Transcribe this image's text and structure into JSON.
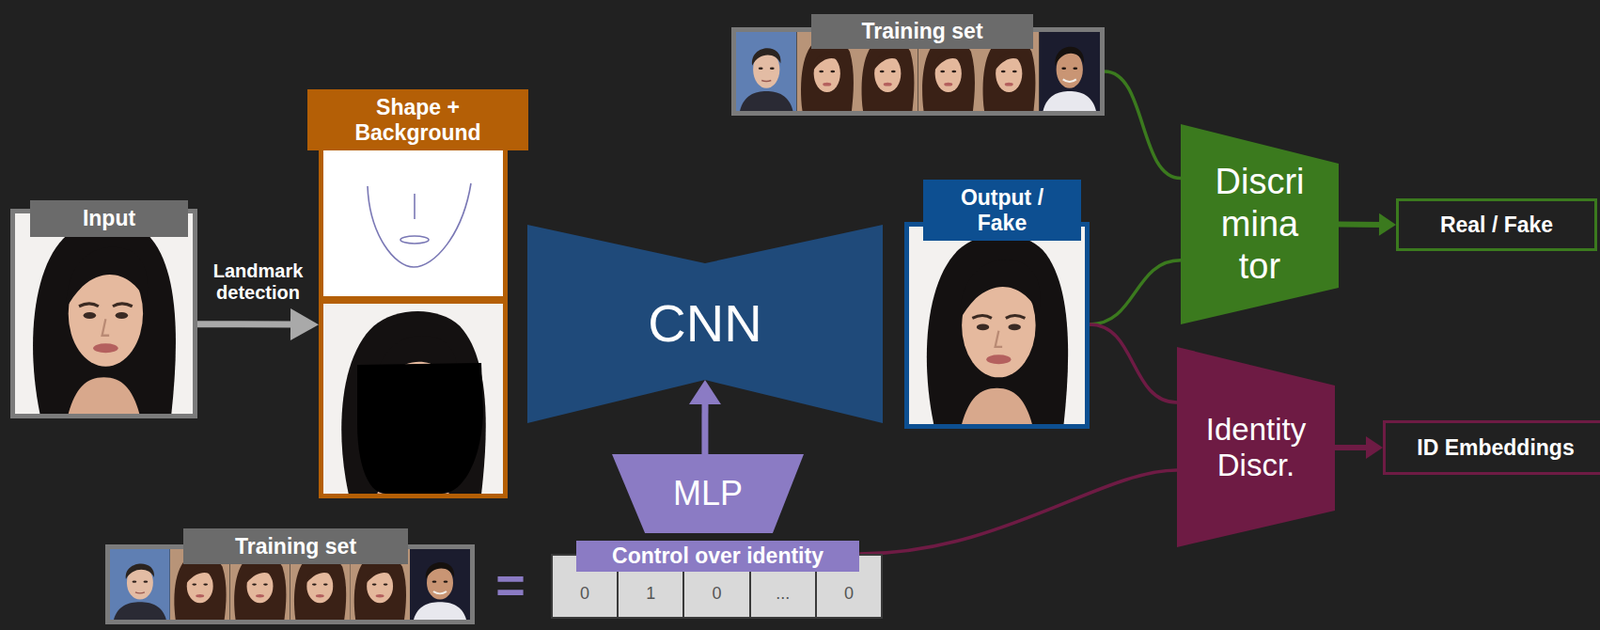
{
  "diagram": {
    "nodes": [
      {
        "text": [
          "Input"
        ]
      },
      {
        "text": [
          "Shape + Background"
        ]
      },
      {
        "text": [
          "CNN"
        ]
      },
      {
        "text": [
          "MLP"
        ]
      },
      {
        "text": [
          "Control over identity"
        ]
      },
      {
        "text": [
          "Training set"
        ]
      },
      {
        "text": [
          "Output / Fake"
        ]
      },
      {
        "text": [
          "Training set"
        ]
      },
      {
        "text": [
          "Discri mina tor"
        ]
      },
      {
        "text": [
          "Real / Fake"
        ]
      },
      {
        "text": [
          "Identity Discr."
        ]
      },
      {
        "text": [
          "ID Embeddings"
        ]
      }
    ],
    "edges": [
      {
        "from": 0,
        "to": 1,
        "arrow": "to",
        "label": "Landmark detection"
      },
      {
        "from": 3,
        "to": 2,
        "arrow": "to"
      },
      {
        "from": 7,
        "to": 8,
        "arrow": "none"
      },
      {
        "from": 6,
        "to": 8,
        "arrow": "none"
      },
      {
        "from": 8,
        "to": 9,
        "arrow": "to"
      },
      {
        "from": 6,
        "to": 10,
        "arrow": "none"
      },
      {
        "from": 4,
        "to": 10,
        "arrow": "none"
      },
      {
        "from": 10,
        "to": 11,
        "arrow": "to"
      }
    ],
    "labels": [
      "0",
      "1",
      "0",
      "...",
      "0",
      "="
    ]
  }
}
